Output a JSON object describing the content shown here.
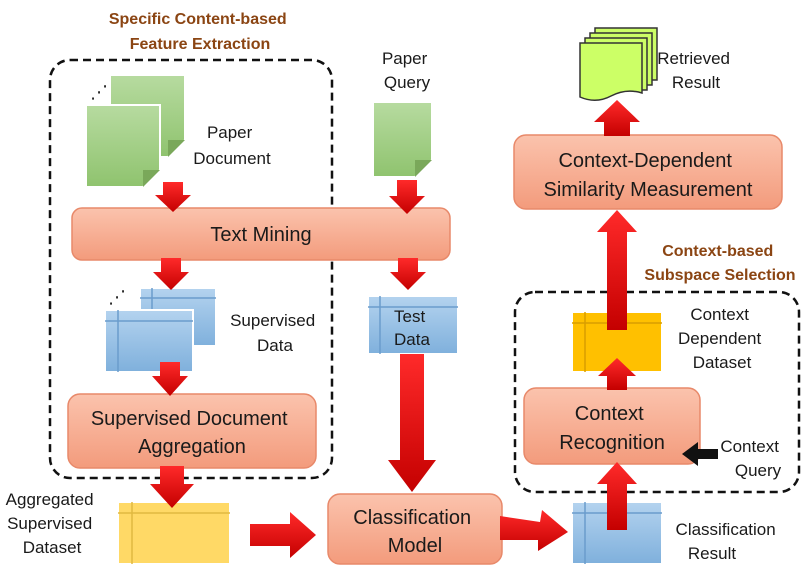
{
  "headings": {
    "feature_extraction": [
      "Specific Content-based",
      "Feature Extraction"
    ],
    "subspace_selection": [
      "Context-based",
      "Subspace Selection"
    ]
  },
  "nodes": {
    "paper_document": [
      "Paper",
      "Document"
    ],
    "paper_query": [
      "Paper",
      "Query"
    ],
    "retrieved_result": [
      "Retrieved",
      "Result"
    ],
    "text_mining": [
      "Text Mining"
    ],
    "supervised_data": [
      "Supervised",
      "Data"
    ],
    "test_data": [
      "Test",
      "Data"
    ],
    "supervised_doc_aggregation": [
      "Supervised Document",
      "Aggregation"
    ],
    "aggregated_dataset": [
      "Aggregated",
      "Supervised",
      "Dataset"
    ],
    "classification_model": [
      "Classification",
      "Model"
    ],
    "classification_result": [
      "Classification",
      "Result"
    ],
    "context_recognition": [
      "Context",
      "Recognition"
    ],
    "context_query": [
      "Context",
      "Query"
    ],
    "context_dependent_dataset": [
      "Context",
      "Dependent",
      "Dataset"
    ],
    "similarity_measurement": [
      "Context-Dependent",
      "Similarity Measurement"
    ]
  },
  "colors": {
    "process_fill": "#f7a88a",
    "process_border": "#e8896a",
    "document_green": "#a9d18e",
    "data_blue": "#9dc3e6",
    "dataset_yellow": "#ffd966",
    "dataset_gold": "#ffc000",
    "result_lime": "#ccff66",
    "arrow_red": "#e00000",
    "heading": "#8b4513"
  }
}
